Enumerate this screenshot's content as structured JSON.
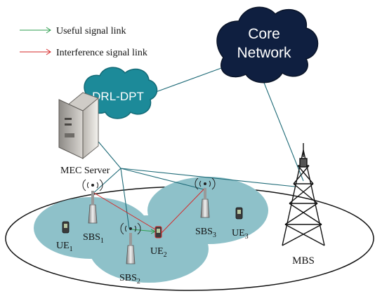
{
  "legend": {
    "useful": "Useful signal link",
    "interference": "Interference signal link"
  },
  "clouds": {
    "core_line1": "Core",
    "core_line2": "Network",
    "drl": "DRL-DPT"
  },
  "server": {
    "label": "MEC Server"
  },
  "mbs": {
    "label": "MBS"
  },
  "sbs": [
    {
      "base": "SBS",
      "sub": "1"
    },
    {
      "base": "SBS",
      "sub": "2"
    },
    {
      "base": "SBS",
      "sub": "3"
    }
  ],
  "ue": [
    {
      "base": "UE",
      "sub": "1"
    },
    {
      "base": "UE",
      "sub": "2"
    },
    {
      "base": "UE",
      "sub": "3"
    }
  ],
  "colors": {
    "useful": "#2e9e4f",
    "interference": "#d62828",
    "backhaul": "#1f6b78",
    "cell_fill": "#8ec1c9",
    "core_cloud": "#0f1f40",
    "drl_cloud": "#1c8a99"
  }
}
